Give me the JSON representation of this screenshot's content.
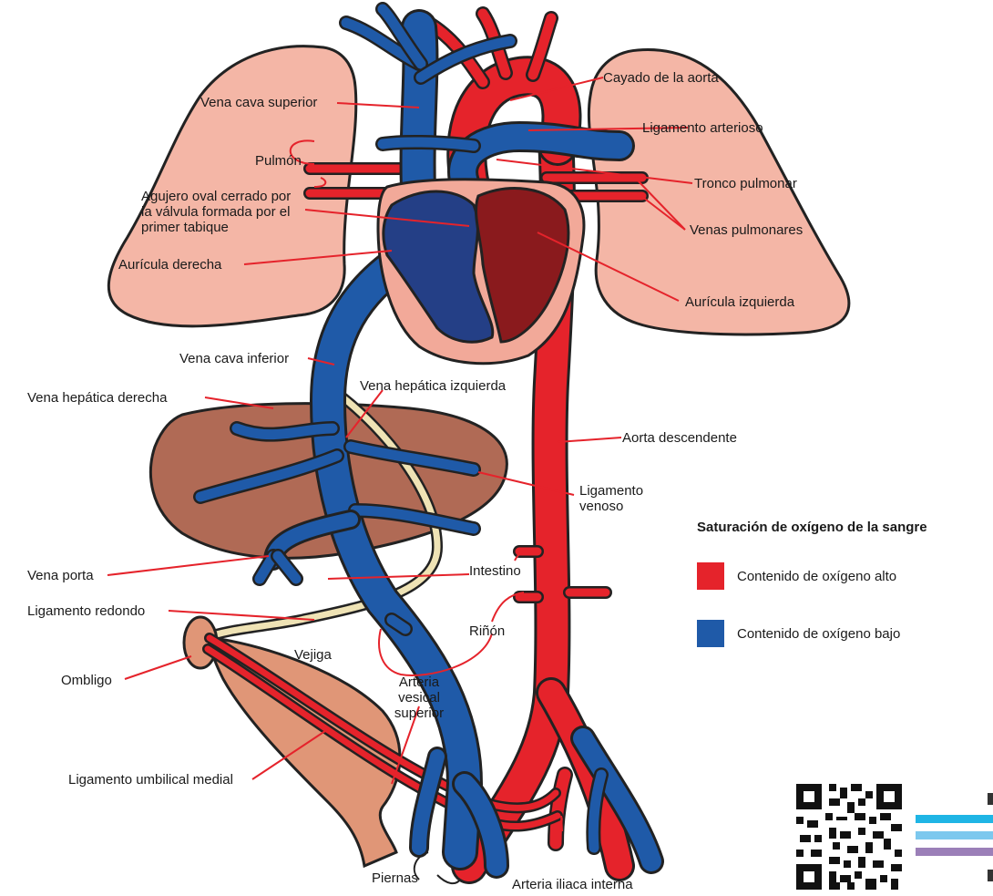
{
  "labels": {
    "vena_cava_superior": "Vena cava superior",
    "pulmon": "Pulmón",
    "agujero_oval": "Agujero oval cerrado por la válvula formada por el primer tabique",
    "auricula_derecha": "Aurícula derecha",
    "vena_cava_inferior": "Vena cava inferior",
    "vena_hepatica_derecha": "Vena hepática derecha",
    "vena_hepatica_izquierda": "Vena hepática izquierda",
    "vena_porta": "Vena porta",
    "ligamento_redondo": "Ligamento redondo",
    "ombligo": "Ombligo",
    "vejiga": "Vejiga",
    "ligamento_umbilical_medial": "Ligamento umbilical medial",
    "piernas": "Piernas",
    "arteria_iliaca_interna": "Arteria iliaca interna",
    "arteria_vesical_superior": "Arteria vesical superior",
    "rinon": "Riñón",
    "intestino": "Intestino",
    "ligamento_venoso": "Ligamento venoso",
    "aorta_descendente": "Aorta descendente",
    "auricula_izquierda": "Aurícula izquierda",
    "venas_pulmonares": "Venas pulmonares",
    "tronco_pulmonar": "Tronco pulmonar",
    "ligamento_arterioso": "Ligamento arterioso",
    "cayado_aorta": "Cayado de la aorta"
  },
  "legend": {
    "title": "Saturación de oxígeno de la sangre",
    "items": [
      {
        "label": "Contenido de oxígeno alto",
        "color": "#e5232b"
      },
      {
        "label": "Contenido de oxígeno bajo",
        "color": "#1f5aa8"
      }
    ]
  },
  "colors": {
    "artery": "#e5232b",
    "vein": "#1f5aa8",
    "lung": "#f4b6a6",
    "liver": "#b06a55",
    "heart_right": "#243f86",
    "heart_left": "#8a1a1d",
    "heart_wall": "#f2a999",
    "ligament": "#efe3b5",
    "bladder": "#e09677",
    "leader": "#e5232b"
  }
}
